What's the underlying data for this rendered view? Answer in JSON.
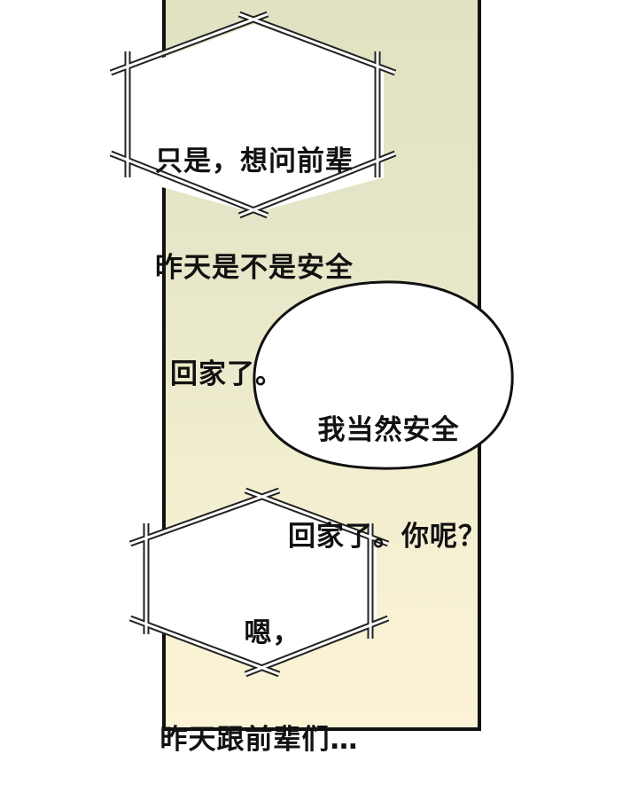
{
  "page": {
    "background": "#ffffff",
    "panel_gradient_top": "#e0e2c2",
    "panel_gradient_bottom": "#fcf3d6"
  },
  "bubbles": [
    {
      "shape": "hexagon-frame",
      "lines": [
        "只是，想问前辈",
        "昨天是不是安全",
        "回家了。"
      ]
    },
    {
      "shape": "ellipse",
      "lines": [
        "我当然安全",
        "回家了。你呢？"
      ]
    },
    {
      "shape": "hexagon-frame",
      "lines": [
        "嗯，",
        "昨天跟前辈们…"
      ]
    }
  ]
}
